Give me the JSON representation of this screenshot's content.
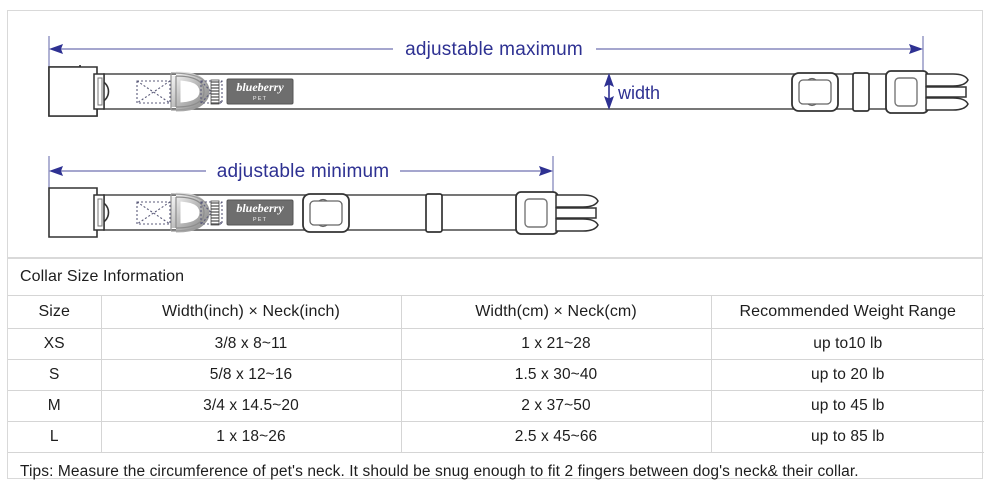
{
  "diagram": {
    "top": {
      "label": "adjustable maximum",
      "width_label": "width",
      "brand_primary": "blueberry",
      "brand_secondary": "PET",
      "arrow_color": "#2e3192",
      "hardware_color": "#8d8d8d",
      "strap_color": "#555555",
      "patch_color": "#6e6e6e"
    },
    "bottom": {
      "label": "adjustable minimum",
      "brand_primary": "blueberry",
      "brand_secondary": "PET",
      "arrow_color": "#2e3192"
    }
  },
  "table": {
    "caption": "Collar Size Information",
    "headers": [
      "Size",
      "Width(inch) × Neck(inch)",
      "Width(cm) × Neck(cm)",
      "Recommended Weight Range"
    ],
    "rows": [
      {
        "size": "XS",
        "inch": "3/8 x 8~11",
        "cm": "1 x 21~28",
        "weight": "up to10 lb"
      },
      {
        "size": "S",
        "inch": "5/8 x 12~16",
        "cm": "1.5 x 30~40",
        "weight": "up to 20 lb"
      },
      {
        "size": "M",
        "inch": "3/4 x 14.5~20",
        "cm": "2 x 37~50",
        "weight": "up to 45 lb"
      },
      {
        "size": "L",
        "inch": "1 x 18~26",
        "cm": "2.5 x 45~66",
        "weight": "up to 85 lb"
      }
    ],
    "tips": "Tips: Measure the circumference of pet's neck. It should be snug enough to fit 2 fingers between dog's neck& their collar.",
    "border_color": "#d5d5d5",
    "text_color": "#1d1d1d"
  }
}
